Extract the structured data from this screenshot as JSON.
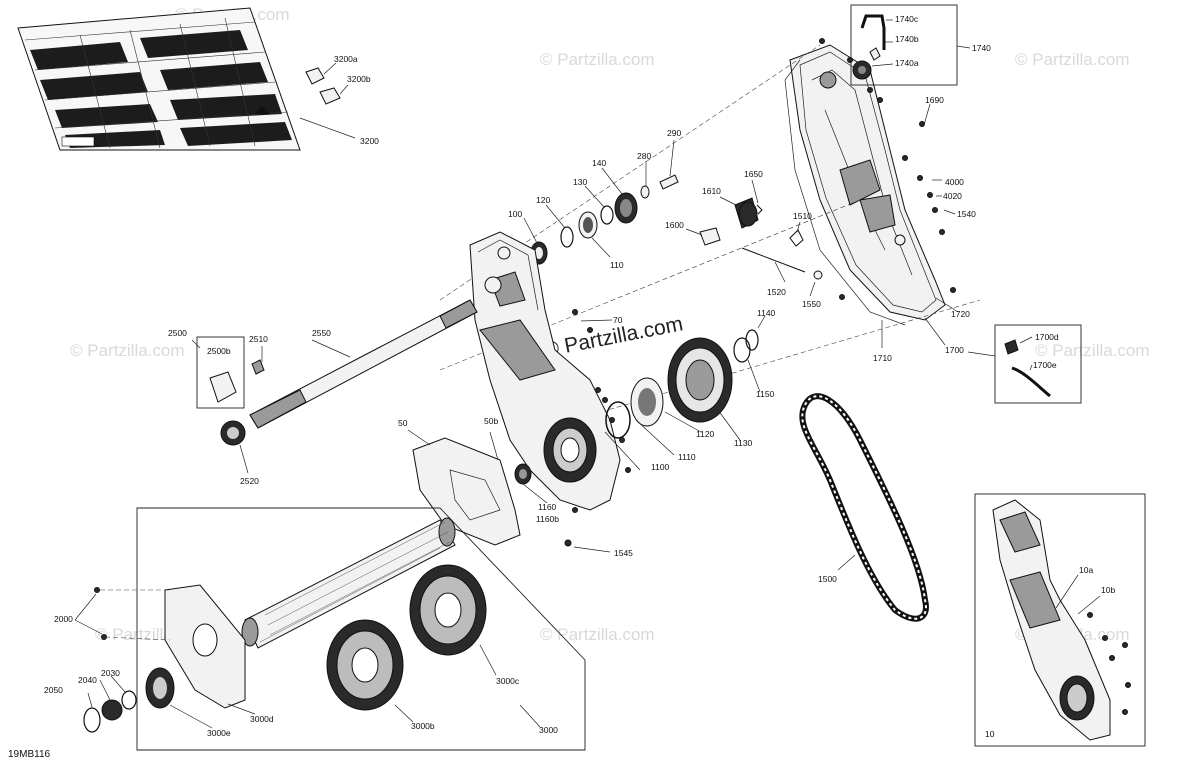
{
  "diagram": {
    "code": "19MB116",
    "watermark": "© Partzilla.com",
    "watermark_center": "© Partzilla.com",
    "labels": {
      "p3200a": "3200a",
      "p3200b": "3200b",
      "p3200": "3200",
      "p1740c": "1740c",
      "p1740b": "1740b",
      "p1740a": "1740a",
      "p1740": "1740",
      "p1690": "1690",
      "p290": "290",
      "p280": "280",
      "p140": "140",
      "p130": "130",
      "p120": "120",
      "p100": "100",
      "p110": "110",
      "p1610": "1610",
      "p1650": "1650",
      "p1600": "1600",
      "p1510": "1510",
      "p4000": "4000",
      "p4020": "4020",
      "p1540": "1540",
      "p1520": "1520",
      "p1550": "1550",
      "p1720": "1720",
      "p2500": "2500",
      "p2500b": "2500b",
      "p2510": "2510",
      "p2550": "2550",
      "p2520": "2520",
      "p70": "70",
      "p1140": "1140",
      "p1700d": "1700d",
      "p1700e": "1700e",
      "p1710": "1710",
      "p1700": "1700",
      "p1150": "1150",
      "p1130": "1130",
      "p1120": "1120",
      "p1110": "1110",
      "p1100": "1100",
      "p50": "50",
      "p50b": "50b",
      "p1160": "1160",
      "p1160b": "1160b",
      "p1545": "1545",
      "p1500": "1500",
      "p10a": "10a",
      "p10b": "10b",
      "p10": "10",
      "p2000": "2000",
      "p2030": "2030",
      "p2040": "2040",
      "p2050": "2050",
      "p3000e": "3000e",
      "p3000d": "3000d",
      "p3000b": "3000b",
      "p3000c": "3000c",
      "p3000": "3000"
    }
  }
}
